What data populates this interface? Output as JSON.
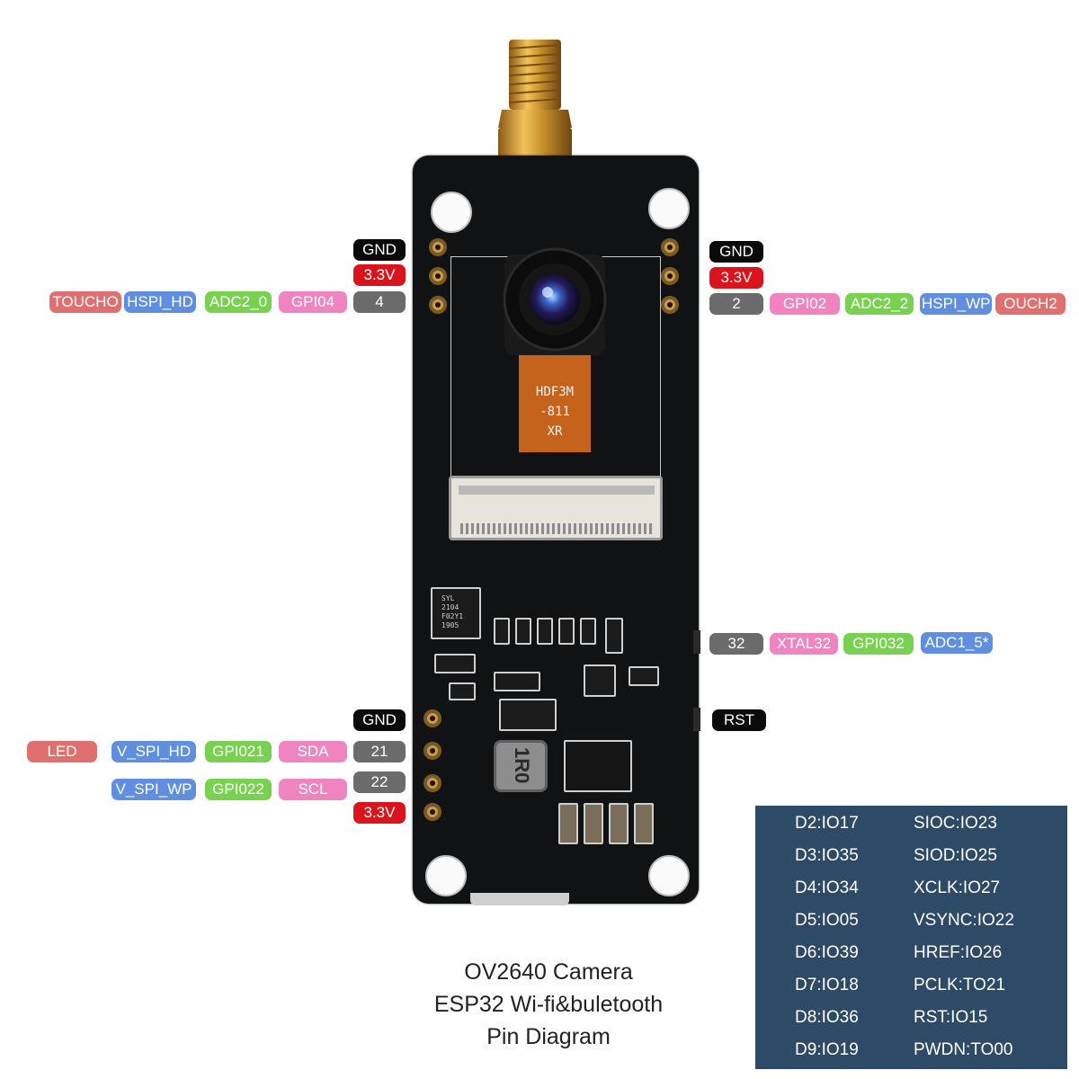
{
  "left_top_pins": {
    "gnd": "GND",
    "v33": "3.3V",
    "pin_num": "4",
    "gpio": "GPI04",
    "adc": "ADC2_0",
    "spi": "HSPI_HD",
    "touch": "TOUCHO"
  },
  "right_top_pins": {
    "gnd": "GND",
    "v33": "3.3V",
    "pin_num": "2",
    "gpio": "GPI02",
    "adc": "ADC2_2",
    "spi": "HSPI_WP",
    "touch": "OUCH2"
  },
  "right_mid_pins": {
    "pin_num": "32",
    "xtal": "XTAL32",
    "gpio": "GPI032",
    "adc": "ADC1_5*",
    "rst": "RST"
  },
  "left_bottom_pins": {
    "gnd": "GND",
    "row21": {
      "led": "LED",
      "spi": "V_SPI_HD",
      "gpio": "GPI021",
      "bus": "SDA",
      "pin_num": "21"
    },
    "row22": {
      "spi": "V_SPI_WP",
      "gpio": "GPI022",
      "bus": "SCL",
      "pin_num": "22"
    },
    "v33": "3.3V"
  },
  "board_marking": {
    "flex_label": [
      "HDF3M",
      "-811",
      "XR"
    ],
    "chip_label": [
      "SYL",
      "2104",
      "F02Y1",
      "1905"
    ],
    "inductor_label": "1R0"
  },
  "pin_table": [
    {
      "left": "D2:IO17",
      "right": "SIOC:IO23"
    },
    {
      "left": "D3:IO35",
      "right": "SIOD:IO25"
    },
    {
      "left": "D4:IO34",
      "right": "XCLK:IO27"
    },
    {
      "left": "D5:IO05",
      "right": "VSYNC:IO22"
    },
    {
      "left": "D6:IO39",
      "right": "HREF:IO26"
    },
    {
      "left": "D7:IO18",
      "right": "PCLK:TO21"
    },
    {
      "left": "D8:IO36",
      "right": "RST:IO15"
    },
    {
      "left": "D9:IO19",
      "right": "PWDN:TO00"
    }
  ],
  "caption": [
    "OV2640 Camera",
    "ESP32 Wi-fi&buletooth",
    "Pin Diagram"
  ],
  "colors": {
    "black": "#0a0a0a",
    "red": "#d9141c",
    "gray": "#6b6b6b",
    "salmon": "#e0706f",
    "blue": "#5f8fde",
    "green": "#78d24f",
    "pink": "#ef84c1",
    "table_bg": "#2d4a66"
  }
}
